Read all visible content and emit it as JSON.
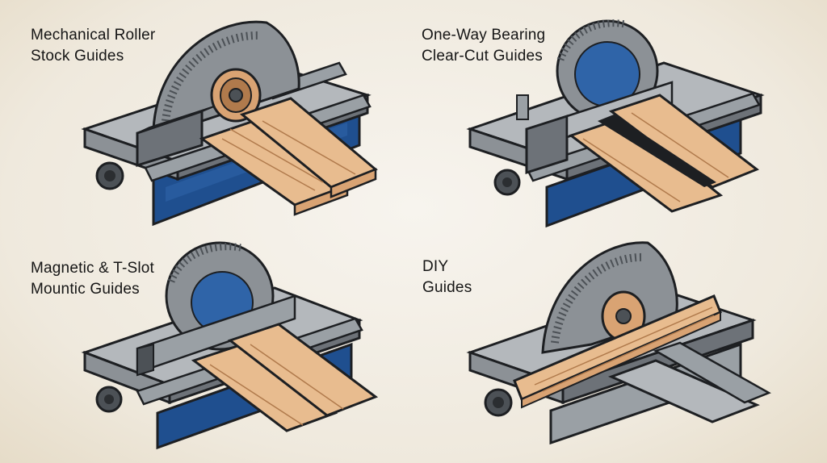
{
  "panels": [
    {
      "id": "mechanical-roller",
      "label_lines": [
        "Mechanical Roller",
        "Stock Guides"
      ],
      "guide_type": "roller"
    },
    {
      "id": "one-way-bearing",
      "label_lines": [
        "One-Way Bearing",
        "Clear-Cut Guides"
      ],
      "guide_type": "bearing"
    },
    {
      "id": "magnetic-t-slot",
      "label_lines": [
        "Magnetic  & T-Slot",
        "Mountic Guides"
      ],
      "guide_type": "magnetic"
    },
    {
      "id": "diy",
      "label_lines": [
        "DIY",
        "Guides"
      ],
      "guide_type": "diy"
    }
  ],
  "colors": {
    "steel": "#8c9196",
    "steel_light": "#b4b8bc",
    "steel_dark": "#4c5156",
    "outline": "#1d1f22",
    "base_blue": "#1f4f8f",
    "blade_blue": "#2f64a8",
    "wood": "#d9a373",
    "wood_light": "#e8bc8f",
    "wood_grain": "#b07a4c"
  }
}
